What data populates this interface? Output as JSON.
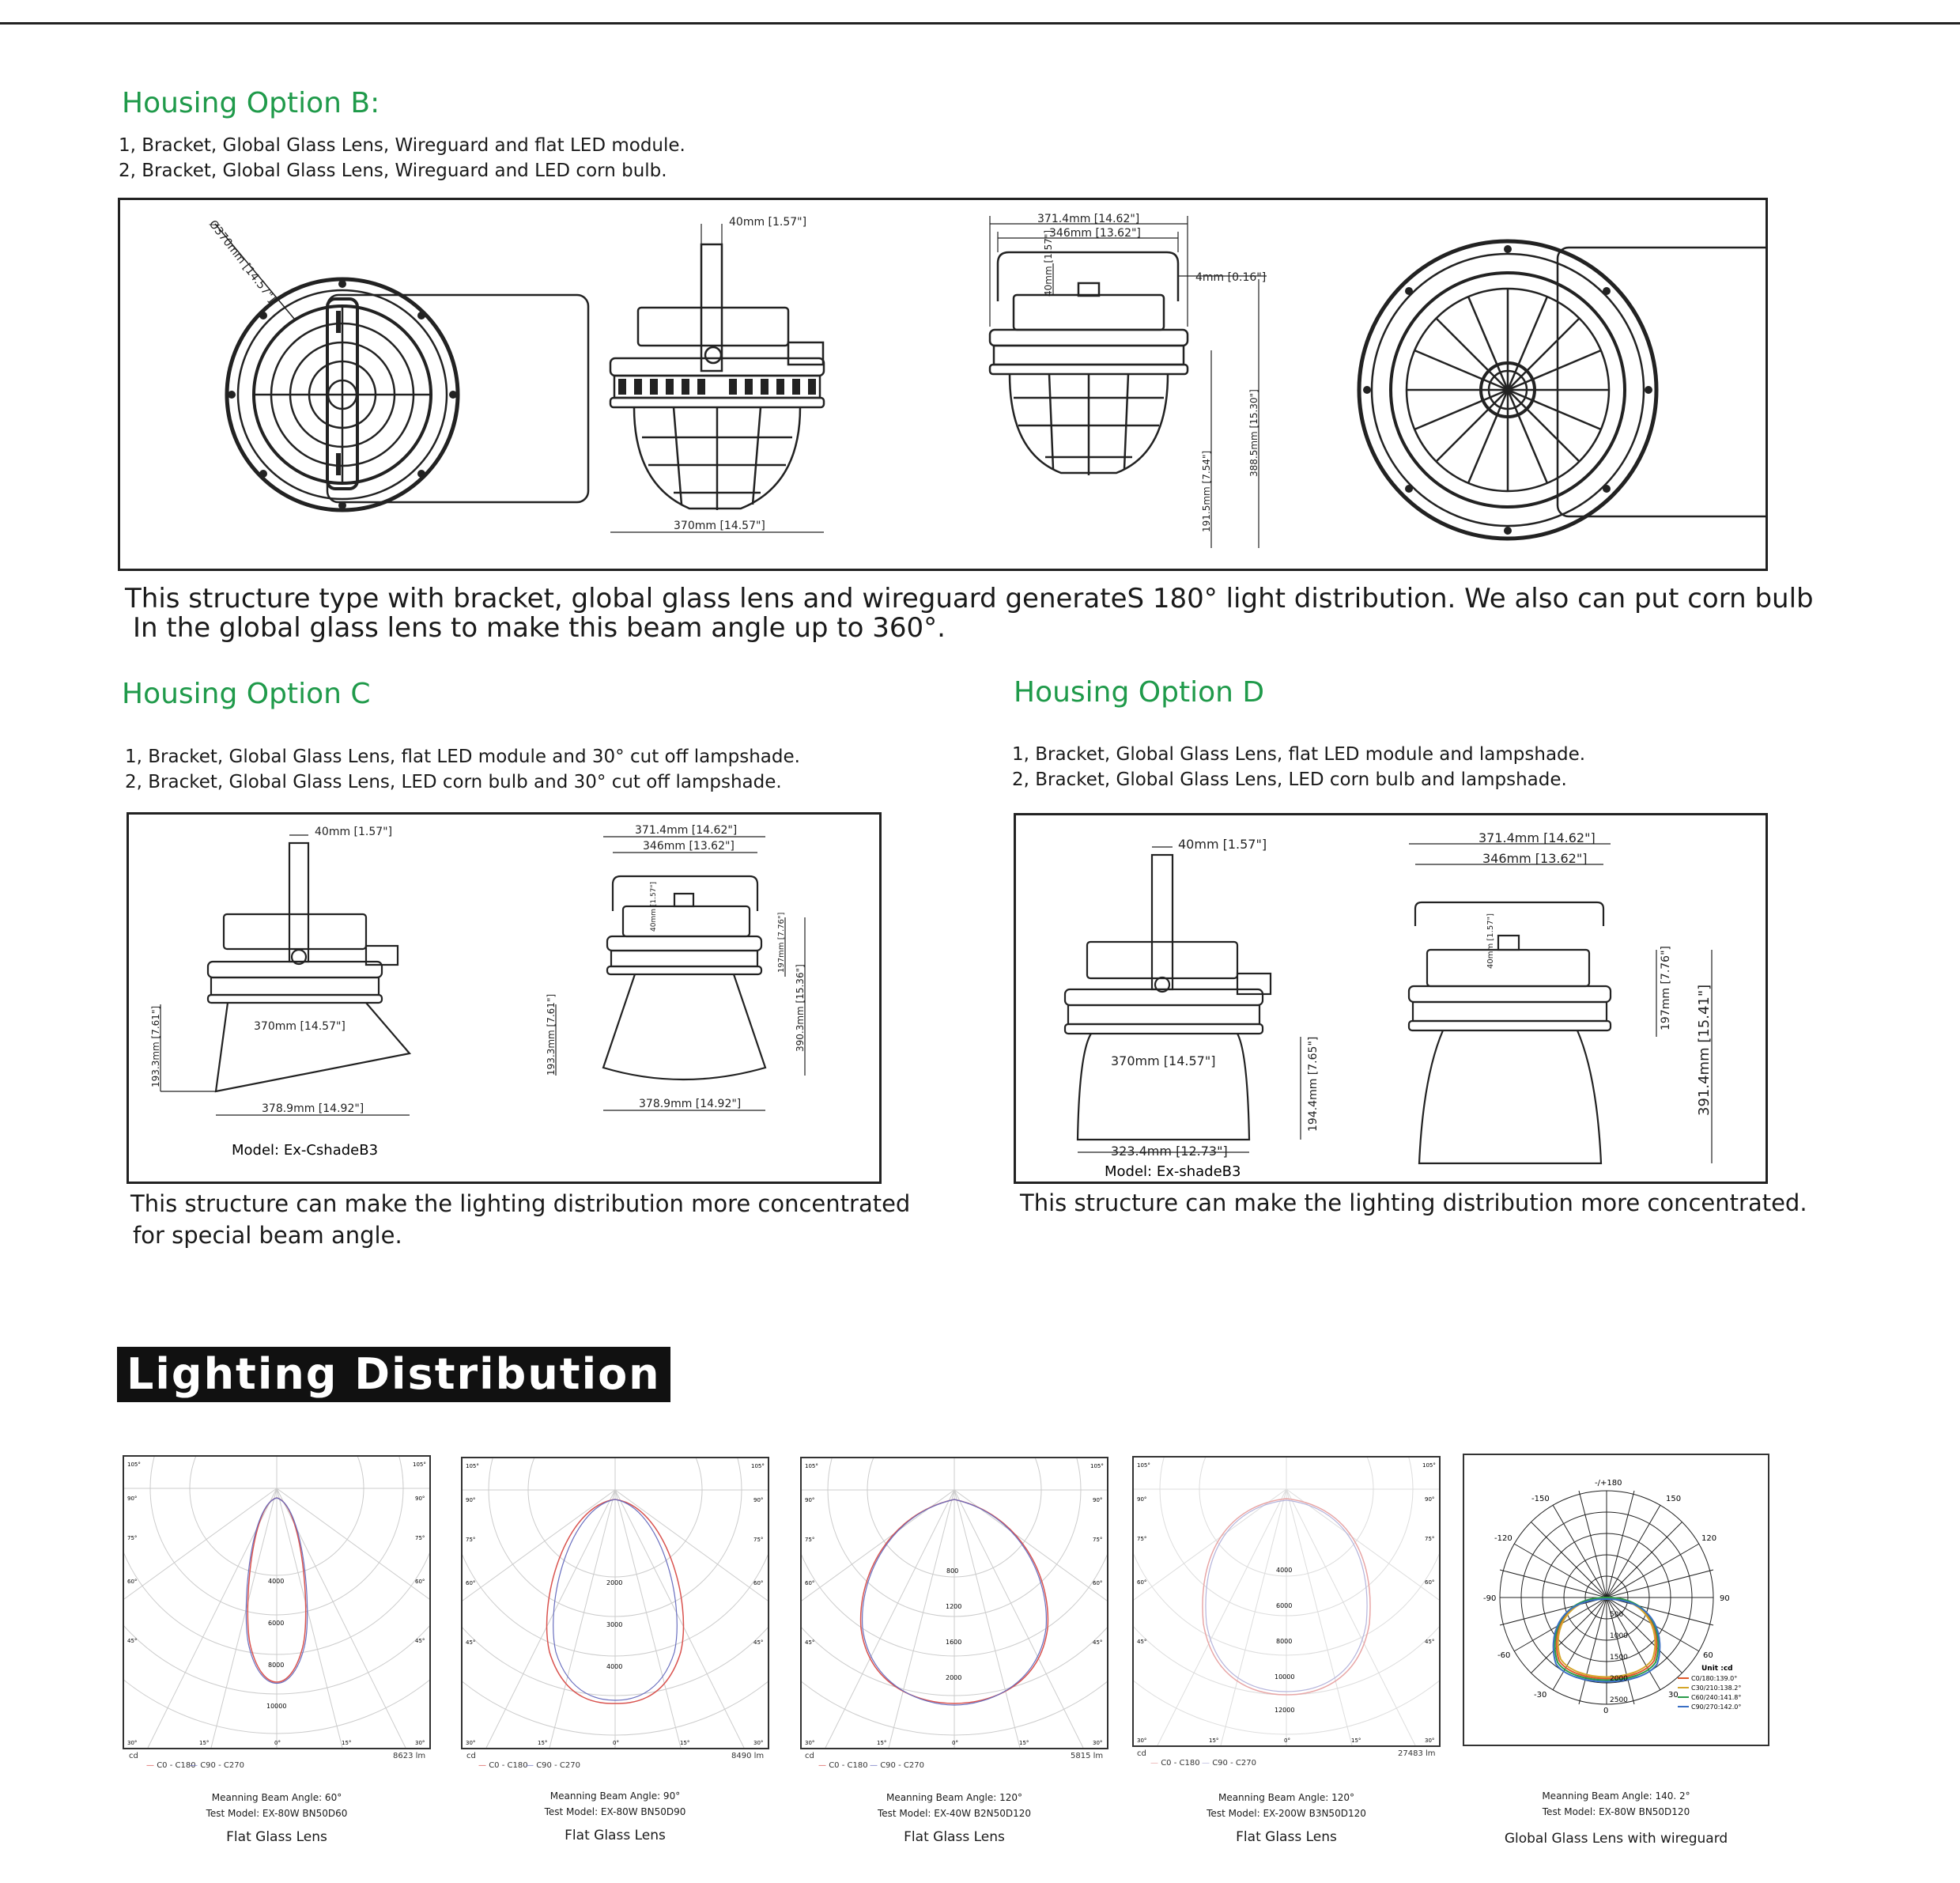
{
  "optionB": {
    "title": "Housing Option B:",
    "line1": "1, Bracket, Global  Glass Lens, Wireguard and flat LED module.",
    "line2": "2, Bracket, Global  Glass Lens, Wireguard and LED corn bulb.",
    "dims": {
      "dia_top": "Ø370mm [14.57\"]",
      "bracket": "40mm [1.57\"]",
      "dia_bottom": "370mm [14.57\"]",
      "w1": "371.4mm [14.62\"]",
      "w2": "346mm [13.62\"]",
      "t1": "4mm [0.16\"]",
      "h1": "40mm [1.57\"]",
      "h2": "388.5mm [15.30\"]",
      "h3": "191.5mm [7.54\"]"
    },
    "desc1": "This structure type with bracket, global glass lens and wireguard generateS 180° light distribution. We also can put corn bulb",
    "desc2": "In the global glass lens to make this beam angle up to 360°."
  },
  "optionC": {
    "title": "Housing Option C",
    "line1": "1, Bracket, Global  Glass Lens, flat LED module and 30° cut off lampshade.",
    "line2": "2, Bracket, Global  Glass Lens, LED corn bulb and 30° cut off lampshade.",
    "dims": {
      "bracket": "40mm [1.57\"]",
      "dia": "370mm [14.57\"]",
      "h_left": "193.3mm [7.61\"]",
      "w_left": "378.9mm [14.92\"]",
      "w1": "371.4mm [14.62\"]",
      "w2": "346mm [13.62\"]",
      "h_small": "40mm [1.57\"]",
      "h_r1": "197mm [7.76\"]",
      "h_r2": "390.3mm [15.36\"]",
      "h_r3": "193.3mm [7.61\"]",
      "w_right": "378.9mm [14.92\"]"
    },
    "model": "Model: Ex-CshadeB3",
    "desc1": "This structure can make the lighting distribution more concentrated",
    "desc2": "for special beam angle."
  },
  "optionD": {
    "title": "Housing Option D",
    "line1": "1, Bracket, Global  Glass Lens, flat LED module and lampshade.",
    "line2": "2, Bracket, Global  Glass Lens, LED corn bulb and lampshade.",
    "dims": {
      "bracket": "40mm [1.57\"]",
      "dia": "370mm [14.57\"]",
      "dia_shade": "323.4mm [12.73\"]",
      "h_shade": "194.4mm [7.65\"]",
      "w1": "371.4mm [14.62\"]",
      "w2": "346mm [13.62\"]",
      "h_small": "40mm [1.57\"]",
      "h_r1": "197mm [7.76\"]",
      "h_r2": "391.4mm [15.41\"]"
    },
    "model": "Model: Ex-shadeB3",
    "desc": "This structure can make the lighting distribution more concentrated."
  },
  "lighting": {
    "title": "Lighting Distribution",
    "plots": [
      {
        "beam": "Meanning Beam Angle: 60°",
        "model": "Test Model: EX-80W BN50D60",
        "lens": "Flat Glass Lens",
        "lm": "8623 lm",
        "rings": [
          "4000",
          "6000",
          "8000",
          "10000"
        ],
        "unit": "cd",
        "leg1": "C0 - C180",
        "leg2": "C90 - C270"
      },
      {
        "beam": "Meanning Beam Angle: 90°",
        "model": "Test Model: EX-80W BN50D90",
        "lens": "Flat Glass Lens",
        "lm": "8490 lm",
        "rings": [
          "2000",
          "3000",
          "4000"
        ],
        "unit": "cd",
        "leg1": "C0 - C180",
        "leg2": "C90 - C270"
      },
      {
        "beam": "Meanning Beam Angle: 120°",
        "model": "Test Model: EX-40W B2N50D120",
        "lens": "Flat Glass Lens",
        "lm": "5815 lm",
        "rings": [
          "800",
          "1200",
          "1600",
          "2000"
        ],
        "unit": "cd",
        "leg1": "C0 - C180",
        "leg2": "C90 - C270"
      },
      {
        "beam": "Meanning Beam Angle: 120°",
        "model": "Test Model: EX-200W B3N50D120",
        "lens": "Flat Glass Lens",
        "lm": "27483 lm",
        "rings": [
          "4000",
          "6000",
          "8000",
          "10000",
          "12000"
        ],
        "unit": "cd",
        "leg1": "C0 - C180",
        "leg2": "C90 - C270"
      },
      {
        "beam": "Meanning Beam Angle: 140. 2°",
        "model": "Test Model: EX-80W BN50D120",
        "lens": "Global Glass  Lens with wireguard"
      }
    ],
    "angles": [
      "105°",
      "90°",
      "75°",
      "60°",
      "45°",
      "30°",
      "15°",
      "0°"
    ],
    "polar": {
      "top": "-/+180",
      "a150l": "-150",
      "a150r": "150",
      "a120l": "-120",
      "a120r": "120",
      "a90l": "-90",
      "a90r": "90",
      "a60l": "-60",
      "a60r": "60",
      "a30l": "-30",
      "a30r": "30",
      "zero": "0",
      "rings": [
        "500",
        "1000",
        "1500",
        "2000",
        "2500"
      ],
      "unit": "Unit :cd",
      "legend": [
        "C0/180:139.0°",
        "C30/210:138.2°",
        "C60/240:141.8°",
        "C90/270:142.0°"
      ],
      "colors": [
        "#e05a2b",
        "#d4a62a",
        "#2a9a4a",
        "#3a6fc4"
      ]
    }
  }
}
